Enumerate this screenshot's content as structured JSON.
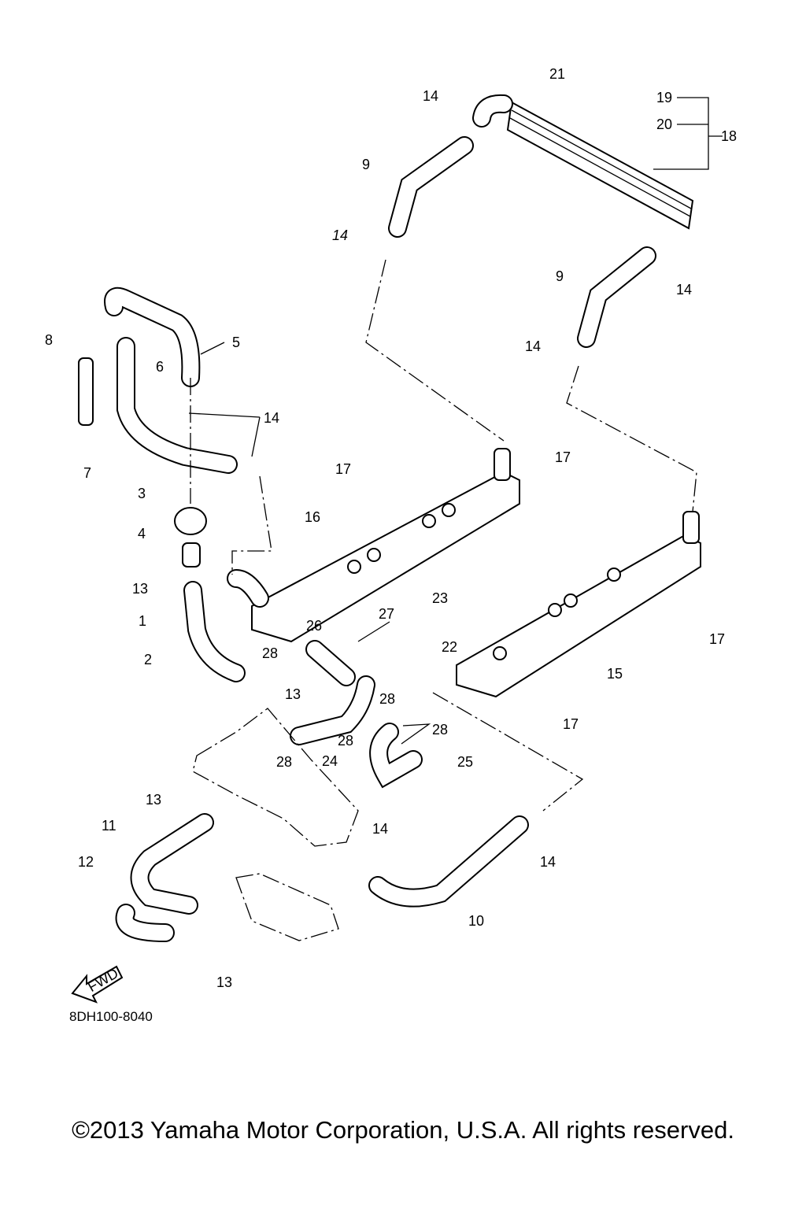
{
  "diagram": {
    "callouts": [
      "21",
      "14",
      "19",
      "20",
      "18",
      "9",
      "14",
      "9",
      "14",
      "8",
      "5",
      "6",
      "14",
      "14",
      "7",
      "17",
      "17",
      "3",
      "16",
      "4",
      "13",
      "23",
      "27",
      "1",
      "26",
      "17",
      "22",
      "28",
      "2",
      "15",
      "13",
      "28",
      "17",
      "28",
      "28",
      "24",
      "25",
      "28",
      "13",
      "11",
      "14",
      "12",
      "14",
      "10",
      "13"
    ],
    "direction_label": "FWD",
    "figure_code": "8DH100-8040"
  },
  "footer": {
    "copyright": "©2013 Yamaha Motor Corporation, U.S.A. All rights reserved."
  }
}
